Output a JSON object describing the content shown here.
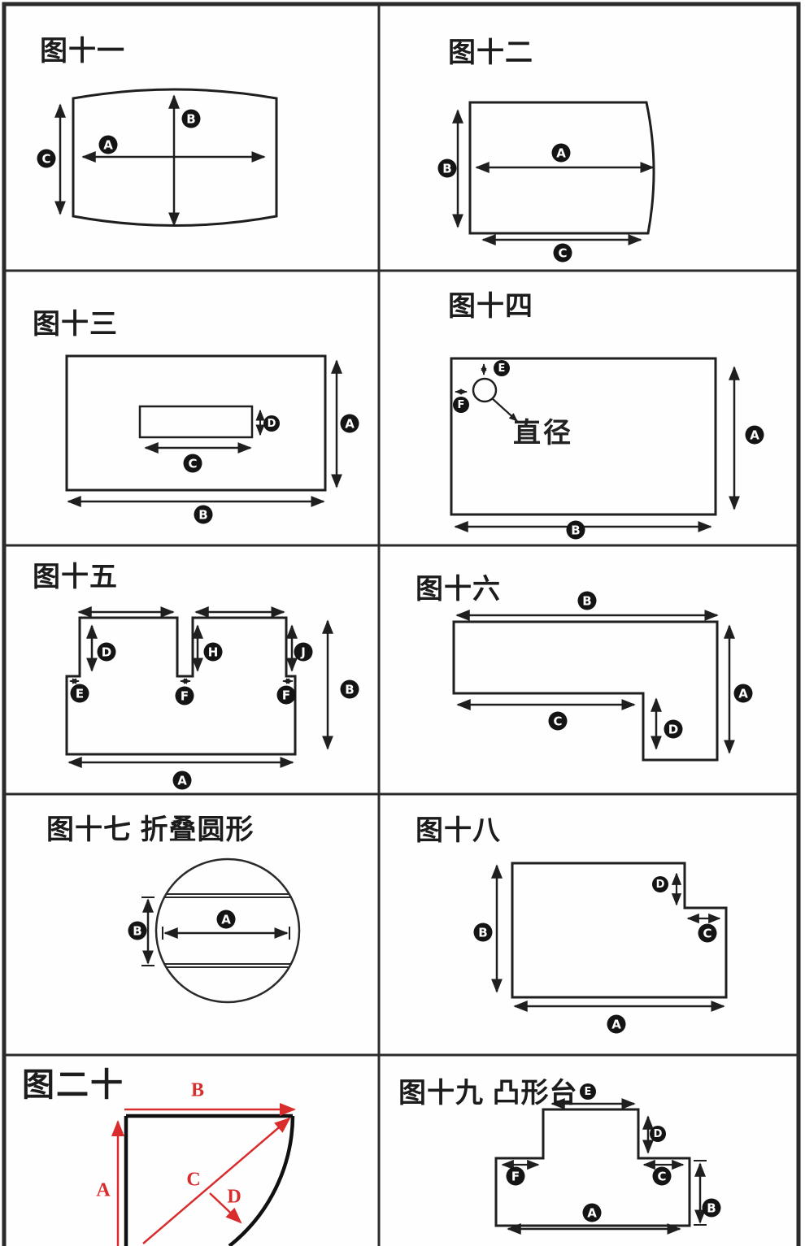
{
  "palette": {
    "line": "#1f1f1f",
    "red_accent": "#d92c2c",
    "label_bg": "#141414",
    "label_fg": "#ffffff"
  },
  "figures": {
    "fig11": {
      "title": "图十一",
      "labels": {
        "a": "A",
        "b": "B",
        "c": "C"
      }
    },
    "fig12": {
      "title": "图十二",
      "labels": {
        "a": "A",
        "b": "B",
        "c": "C"
      }
    },
    "fig13": {
      "title": "图十三",
      "labels": {
        "a": "A",
        "b": "B",
        "c": "C",
        "d": "D"
      }
    },
    "fig14": {
      "title": "图十四",
      "diameter_label": "直径",
      "labels": {
        "a": "A",
        "b": "B",
        "e": "E",
        "f": "F"
      }
    },
    "fig15": {
      "title": "图十五",
      "labels": {
        "a": "A",
        "b": "B",
        "d": "D",
        "e": "E",
        "f": "F",
        "h": "H",
        "j": "J"
      }
    },
    "fig16": {
      "title": "图十六",
      "labels": {
        "a": "A",
        "b": "B",
        "c": "C",
        "d": "D"
      }
    },
    "fig17": {
      "title": "图十七  折叠圆形",
      "labels": {
        "a": "A",
        "b": "B"
      }
    },
    "fig18": {
      "title": "图十八",
      "labels": {
        "a": "A",
        "b": "B",
        "c": "C",
        "d": "D"
      }
    },
    "fig19": {
      "title": "图十九 凸形台",
      "labels": {
        "a": "A",
        "b": "B",
        "c": "C",
        "d": "D",
        "e": "E",
        "f": "F"
      }
    },
    "fig20": {
      "title": "图二十",
      "labels": {
        "a": "A",
        "b": "B",
        "c": "C",
        "d": "D"
      }
    }
  }
}
